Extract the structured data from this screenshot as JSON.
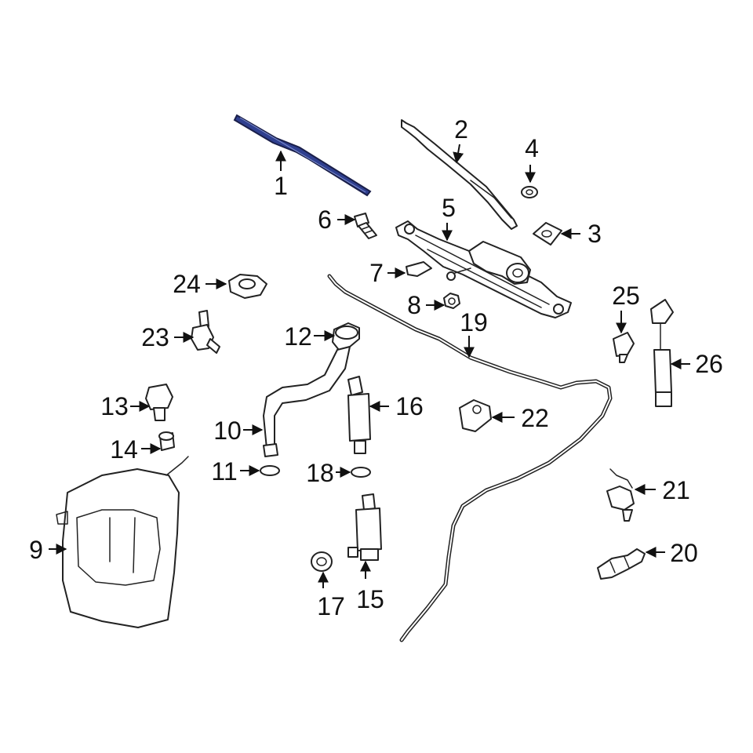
{
  "accent_color": "#2f3f8f",
  "line_color": "#222222",
  "callouts": {
    "c1": "1",
    "c2": "2",
    "c3": "3",
    "c4": "4",
    "c5": "5",
    "c6": "6",
    "c7": "7",
    "c8": "8",
    "c9": "9",
    "c10": "10",
    "c11": "11",
    "c12": "12",
    "c13": "13",
    "c14": "14",
    "c15": "15",
    "c16": "16",
    "c17": "17",
    "c18": "18",
    "c19": "19",
    "c20": "20",
    "c21": "21",
    "c22": "22",
    "c23": "23",
    "c24": "24",
    "c25": "25",
    "c26": "26"
  }
}
